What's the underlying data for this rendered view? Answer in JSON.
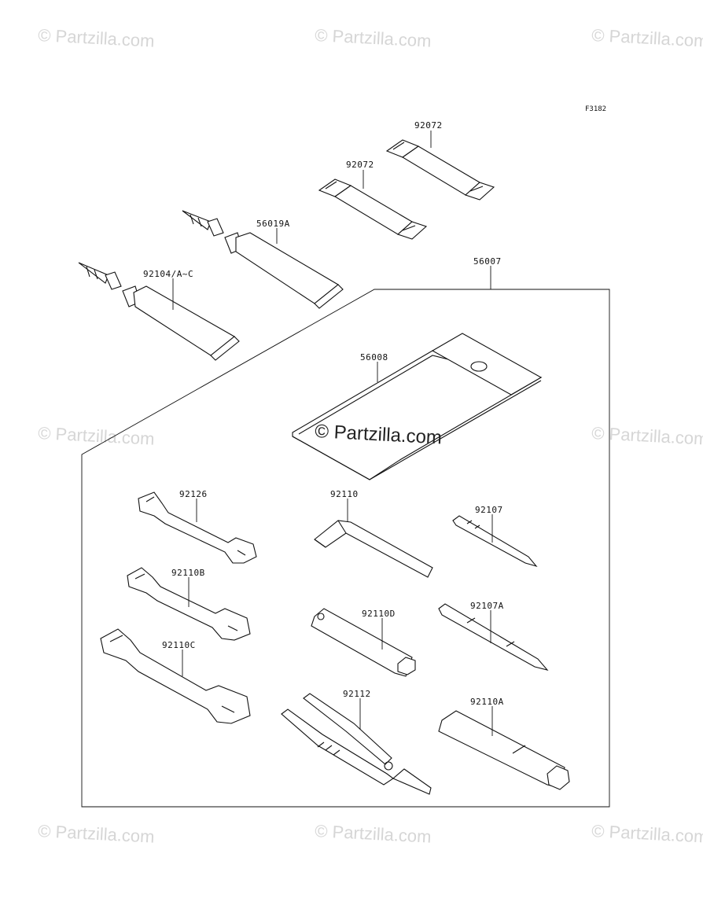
{
  "figure": {
    "reference_code": "F3182",
    "watermark_text": "© Partzilla.com"
  },
  "parts": [
    {
      "id": "p1",
      "number": "92072"
    },
    {
      "id": "p2",
      "number": "92072"
    },
    {
      "id": "p3",
      "number": "56019A"
    },
    {
      "id": "p4",
      "number": "92104/A~C"
    },
    {
      "id": "p5",
      "number": "56007"
    },
    {
      "id": "p6",
      "number": "56008"
    },
    {
      "id": "p7",
      "number": "92126"
    },
    {
      "id": "p8",
      "number": "92110"
    },
    {
      "id": "p9",
      "number": "92107"
    },
    {
      "id": "p10",
      "number": "92110B"
    },
    {
      "id": "p11",
      "number": "92110D"
    },
    {
      "id": "p12",
      "number": "92107A"
    },
    {
      "id": "p13",
      "number": "92110C"
    },
    {
      "id": "p14",
      "number": "92112"
    },
    {
      "id": "p15",
      "number": "92110A"
    }
  ]
}
